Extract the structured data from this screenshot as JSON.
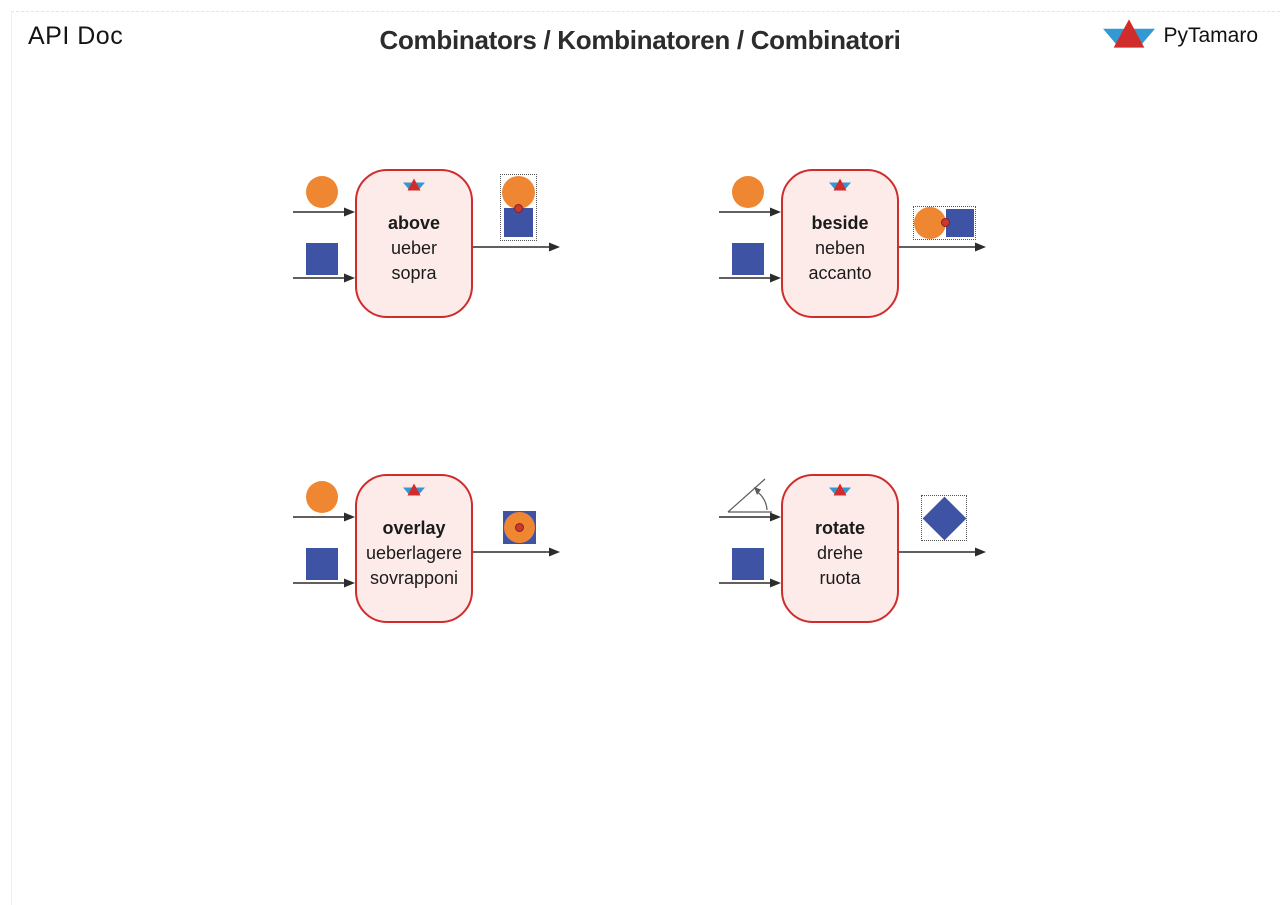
{
  "page": {
    "doc_label": "API Doc",
    "title": "Combinators / Kombinatoren / Combinatori",
    "brand": "PyTamaro"
  },
  "colors": {
    "accent_red": "#d02c2c",
    "box_fill_pink": "#fcebe9",
    "shape_orange": "#ef8632",
    "shape_blue": "#3e53a4",
    "logo_light_blue": "#3399d4",
    "pin_red": "#c73a33"
  },
  "blocks": [
    {
      "id": "above",
      "en": "above",
      "de": "ueber",
      "it": "sopra",
      "inputs": [
        "circle",
        "square"
      ],
      "result": "circle stacked above square"
    },
    {
      "id": "beside",
      "en": "beside",
      "de": "neben",
      "it": "accanto",
      "inputs": [
        "circle",
        "square"
      ],
      "result": "circle beside square"
    },
    {
      "id": "overlay",
      "en": "overlay",
      "de": "ueberlagere",
      "it": "sovrapponi",
      "inputs": [
        "circle",
        "square"
      ],
      "result": "circle overlaid on square"
    },
    {
      "id": "rotate",
      "en": "rotate",
      "de": "drehe",
      "it": "ruota",
      "inputs": [
        "angle",
        "square"
      ],
      "result": "square rotated 45 degrees"
    }
  ]
}
